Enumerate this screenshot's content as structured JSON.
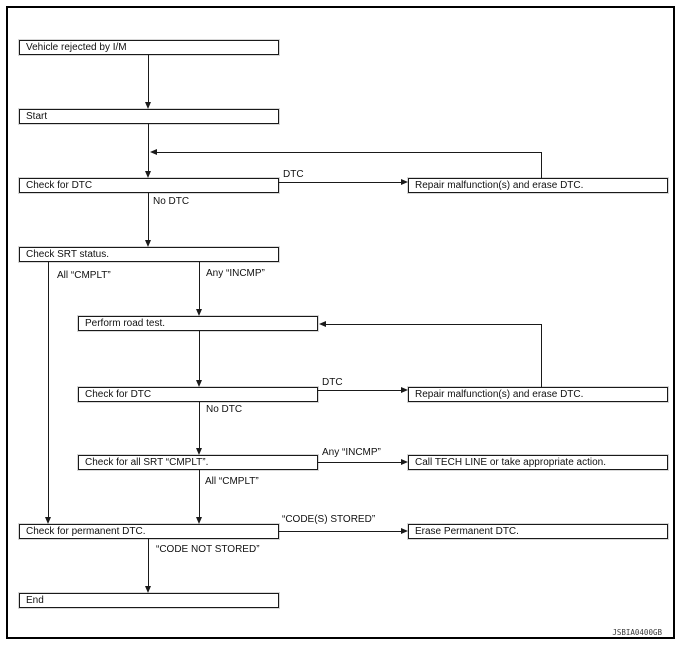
{
  "diagram": {
    "title_hint": "I/M rejection diagnosis flowchart",
    "nodes": {
      "vehicle_rejected": "Vehicle rejected by I/M",
      "start": "Start",
      "check_dtc_1": "Check for DTC",
      "repair_erase_1": "Repair malfunction(s) and erase DTC.",
      "check_srt": "Check SRT status.",
      "perform_road_test": "Perform road test.",
      "check_dtc_2": "Check for DTC",
      "repair_erase_2": "Repair malfunction(s) and erase DTC.",
      "check_all_srt": "Check for all SRT “CMPLT”.",
      "call_tech_line": "Call TECH LINE or take appropriate action.",
      "check_permanent_dtc": "Check for permanent DTC.",
      "erase_permanent_dtc": "Erase Permanent DTC.",
      "end": "End"
    },
    "edge_labels": {
      "dtc_1": "DTC",
      "no_dtc_1": "No DTC",
      "all_cmplt_1": "All “CMPLT”",
      "any_incmp_1": "Any “INCMP”",
      "dtc_2": "DTC",
      "no_dtc_2": "No DTC",
      "any_incmp_2": "Any “INCMP”",
      "all_cmplt_2": "All “CMPLT”",
      "codes_stored": "“CODE(S) STORED”",
      "code_not_stored": "“CODE NOT STORED”"
    },
    "figure_id": "JSBIA0400GB"
  }
}
